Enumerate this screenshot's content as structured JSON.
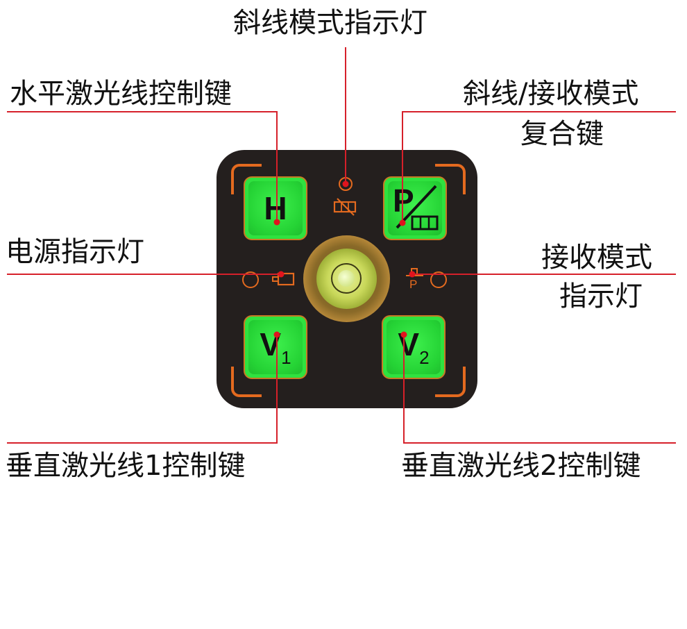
{
  "labels": {
    "incline_indicator": "斜线模式指示灯",
    "horizontal_key": "水平激光线控制键",
    "incline_receive_key_line1": "斜线/接收模式",
    "incline_receive_key_line2": "复合键",
    "power_indicator": "电源指示灯",
    "receive_indicator_line1": "接收模式",
    "receive_indicator_line2": "指示灯",
    "vertical1_key": "垂直激光线1控制键",
    "vertical2_key": "垂直激光线2控制键"
  },
  "keys": {
    "h": "H",
    "p": "P",
    "v1_main": "V",
    "v1_sub": "1",
    "v2_main": "V",
    "v2_sub": "2"
  },
  "icons": {
    "power_led_symbol": "battery-icon",
    "receive_led_symbol": "receive-p-icon",
    "incline_led_symbol": "incline-crossed-icon"
  },
  "receive_led_letter": "P",
  "colors": {
    "panel": "#241f1e",
    "key_green": "#2fe23f",
    "accent_orange": "#e46a1f",
    "leader_red": "#d6202a"
  }
}
